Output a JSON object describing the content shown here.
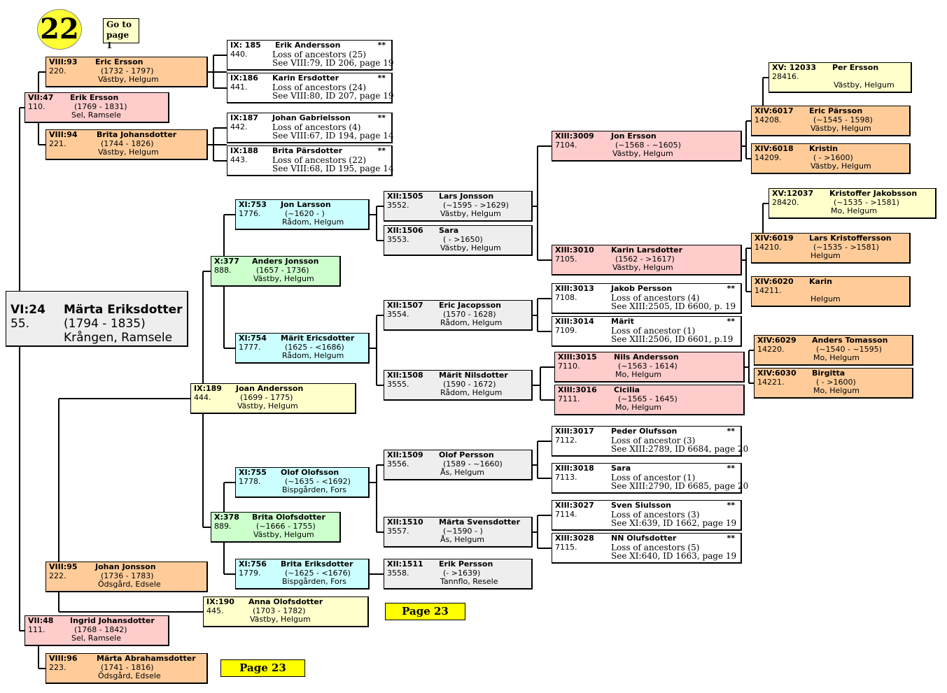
{
  "badge": "22",
  "goto": {
    "line1": "Go to",
    "line2": "page 1"
  },
  "main": {
    "gen": "VI:24",
    "name": "Märta Eriksdotter",
    "num": "55.",
    "dates": "(1794 - 1835)",
    "place": "Krången, Ramsele"
  },
  "page_links": [
    "Page 23",
    "Page 23"
  ],
  "persons": [
    {
      "gen": "VIII:93",
      "name": "Eric Ersson",
      "num": "220.",
      "dates": "(1732 - 1797)",
      "place": "Västby, Helgum"
    },
    {
      "gen": "VII:47",
      "name": "Erik Ersson",
      "num": "110.",
      "dates": "(1769 - 1831)",
      "place": "Sel, Ramsele"
    },
    {
      "gen": "VIII:94",
      "name": "Brita Johansdotter",
      "num": "221.",
      "dates": "(1744 - 1826)",
      "place": "Västby, Helgum"
    },
    {
      "gen": "IX: 185",
      "name": "Erik Andersson",
      "num": "440.",
      "note1": "Loss of ancestors (25)",
      "note2": "See VIII:79, ID 206, page 19",
      "stars": "**"
    },
    {
      "gen": "IX:186",
      "name": "Karin Ersdotter",
      "num": "441.",
      "note1": "Loss of ancestors (24)",
      "note2": "See VIII:80, ID 207, page 19",
      "stars": "**"
    },
    {
      "gen": "IX:187",
      "name": "Johan Gabrielsson",
      "num": "442.",
      "note1": "Loss of ancestors (4)",
      "note2": "See VIII:67, ID 194, page 14",
      "stars": "**"
    },
    {
      "gen": "IX:188",
      "name": "Brita Pärsdotter",
      "num": "443.",
      "note1": "Loss of ancestors (22)",
      "note2": "See VIII:68, ID 195, page 14",
      "stars": "**"
    },
    {
      "gen": "XI:753",
      "name": "Jon Larsson",
      "num": "1776.",
      "dates": "(~1620 - )",
      "place": "Rådom, Helgum"
    },
    {
      "gen": "X:377",
      "name": "Anders Jonsson",
      "num": "888.",
      "dates": "(1657 - 1736)",
      "place": "Västby, Helgum"
    },
    {
      "gen": "XI:754",
      "name": "Märit Ericsdotter",
      "num": "1777.",
      "dates": "(1625 - <1686)",
      "place": "Rådom, Helgum"
    },
    {
      "gen": "IX:189",
      "name": "Joan Andersson",
      "num": "444.",
      "dates": "(1699 - 1775)",
      "place": "Västby, Helgum"
    },
    {
      "gen": "XI:755",
      "name": "Olof Olofsson",
      "num": "1778.",
      "dates": "(~1635 - <1692)",
      "place": "Bispgården, Fors"
    },
    {
      "gen": "X:378",
      "name": "Brita Olofsdotter",
      "num": "889.",
      "dates": "(~1666 - 1755)",
      "place": "Västby, Helgum"
    },
    {
      "gen": "XI:756",
      "name": "Brita Eriksdotter",
      "num": "1779.",
      "dates": "(~1625 - <1676)",
      "place": "Bispgården, Fors"
    },
    {
      "gen": "VIII:95",
      "name": "Johan Jonsson",
      "num": "222.",
      "dates": "(1736 - 1783)",
      "place": "Ödsgård, Edsele"
    },
    {
      "gen": "IX:190",
      "name": "Anna Olofsdotter",
      "num": "445.",
      "dates": "(1703 - 1782)",
      "place": "Västby, Helgum"
    },
    {
      "gen": "VII:48",
      "name": "Ingrid Johansdotter",
      "num": "111.",
      "dates": "(1768 - 1842)",
      "place": "Sel, Ramsele"
    },
    {
      "gen": "VIII:96",
      "name": "Märta Abrahamsdotter",
      "num": "223.",
      "dates": "(1741 - 1816)",
      "place": "Ödsgård, Edsele"
    },
    {
      "gen": "XII:1505",
      "name": "Lars Jonsson",
      "num": "3552.",
      "dates": "(~1595 - >1629)",
      "place": "Västby, Helgum"
    },
    {
      "gen": "XII:1506",
      "name": "Sara",
      "num": "3553.",
      "dates": "( - >1650)",
      "place": "Västby, Helgum"
    },
    {
      "gen": "XII:1507",
      "name": "Eric Jacopsson",
      "num": "3554.",
      "dates": "(1570 - 1628)",
      "place": "Rådom, Helgum"
    },
    {
      "gen": "XII:1508",
      "name": "Märit Nilsdotter",
      "num": "3555.",
      "dates": "(1590 - 1672)",
      "place": "Rådom, Helgum"
    },
    {
      "gen": "XII:1509",
      "name": "Olof Persson",
      "num": "3556.",
      "dates": "(1589 - ~1660)",
      "place": "Ås, Helgum"
    },
    {
      "gen": "XII:1510",
      "name": "Märta Svensdotter",
      "num": "3557.",
      "dates": "(~1590 - )",
      "place": "Ås, Helgum"
    },
    {
      "gen": "XII:1511",
      "name": "Erik Persson",
      "num": "3558.",
      "dates": "(- >1639)",
      "place": "Tannflo, Resele"
    },
    {
      "gen": "XIII:3009",
      "name": "Jon Ersson",
      "num": "7104.",
      "dates": "(~1568 - ~1605)",
      "place": "Västby, Helgum"
    },
    {
      "gen": "XIII:3010",
      "name": "Karin Larsdotter",
      "num": "7105.",
      "dates": "(1562 - >1617)",
      "place": "Västby, Helgum"
    },
    {
      "gen": "XIII:3013",
      "name": "Jakob Persson",
      "num": "7108.",
      "note1": "Loss of ancestors (4)",
      "note2": "See XIII:2505, ID 6600, p. 19",
      "stars": "**"
    },
    {
      "gen": "XIII:3014",
      "name": "Märit",
      "num": "7109.",
      "note1": "Loss of ancestor (1)",
      "note2": "See XIII:2506, ID 6601, p.19",
      "stars": "**"
    },
    {
      "gen": "XIII:3015",
      "name": "Nils Andersson",
      "num": "7110.",
      "dates": "(~1563 - 1614)",
      "place": "Mo, Helgum"
    },
    {
      "gen": "XIII:3016",
      "name": "Cicilia",
      "num": "7111.",
      "dates": "(~1565 - 1645)",
      "place": "Mo, Helgum"
    },
    {
      "gen": "XIII:3017",
      "name": "Peder Olufsson",
      "num": "7112.",
      "note1": "Loss of ancestor (3)",
      "note2": "See XIII:2789, ID 6684, page 20",
      "stars": "**"
    },
    {
      "gen": "XIII:3018",
      "name": "Sara",
      "num": "7113.",
      "note1": "Loss of ancestor (1)",
      "note2": "See XIII:2790, ID 6685, page 20",
      "stars": "**"
    },
    {
      "gen": "XIII:3027",
      "name": "Sven Siulsson",
      "num": "7114.",
      "note1": "Loss of ancestors (3)",
      "note2": "See XI:639, ID 1662, page 19",
      "stars": "**"
    },
    {
      "gen": "XIII:3028",
      "name": "NN Olufsdotter",
      "num": "7115.",
      "note1": "Loss of ancestors (5)",
      "note2": "See XI:640, ID 1663, page 19",
      "stars": "**"
    },
    {
      "gen": "XV: 12033",
      "name": "Per Ersson",
      "num": "28416.",
      "dates": "",
      "place": "Västby, Helgum"
    },
    {
      "gen": "XIV:6017",
      "name": "Eric Pärsson",
      "num": "14208.",
      "dates": "(~1545 - 1598)",
      "place": "Västby, Helgum"
    },
    {
      "gen": "XIV:6018",
      "name": "Kristin",
      "num": "14209.",
      "dates": "( - >1600)",
      "place": "Västby, Helgum"
    },
    {
      "gen": "XV:12037",
      "name": "Kristoffer Jakobsson",
      "num": "28420.",
      "dates": "(~1535 - >1581)",
      "place": "Mo, Helgum"
    },
    {
      "gen": "XIV:6019",
      "name": "Lars Kristoffersson",
      "num": "14210.",
      "dates": "(~1535 - >1581)",
      "place": "Helgum"
    },
    {
      "gen": "XIV:6020",
      "name": "Karin",
      "num": "14211.",
      "dates": "",
      "place": "Helgum"
    },
    {
      "gen": "XIV:6029",
      "name": "Anders Tomasson",
      "num": "14220.",
      "dates": "(~1540 - ~1595)",
      "place": "Mo, Helgum"
    },
    {
      "gen": "XIV:6030",
      "name": "Birgitta",
      "num": "14221.",
      "dates": "( - >1600)",
      "place": "Mo, Helgum"
    }
  ]
}
